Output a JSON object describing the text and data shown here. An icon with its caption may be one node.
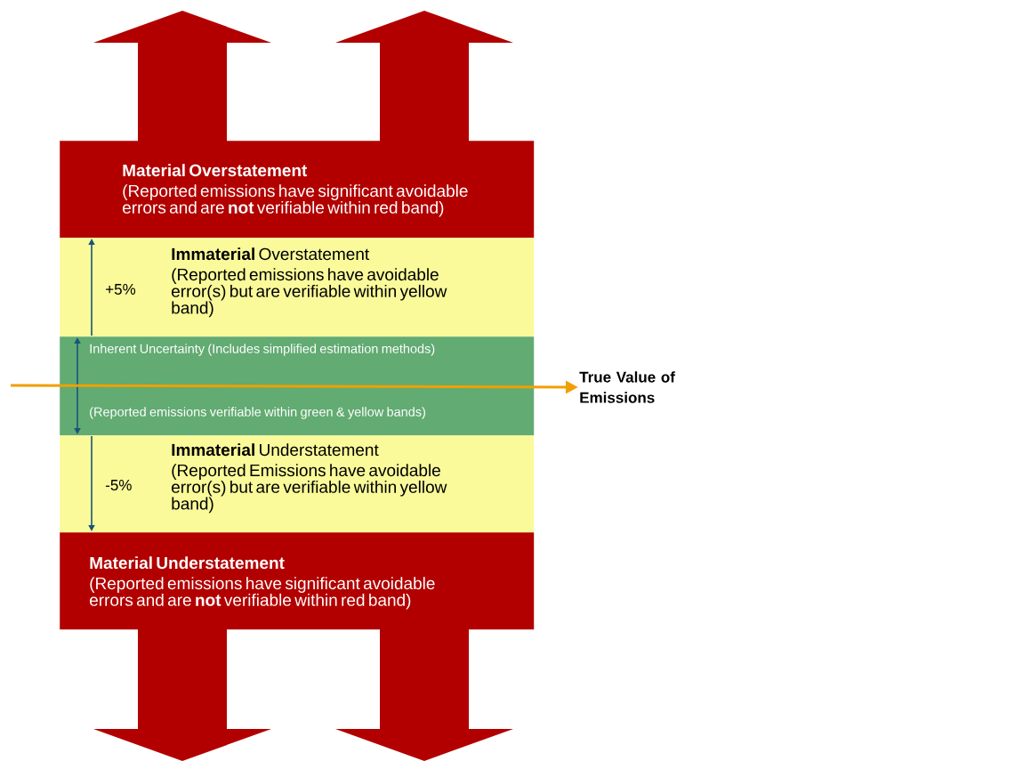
{
  "diagram": {
    "nodes": [
      {
        "text": [
          "Material Overstatement",
          "(Reported emissions have significant avoidable errors and are **not** verifiable within red band)"
        ]
      },
      {
        "text": [
          "**Immaterial** Overstatement",
          "(Reported emissions have avoidable error(s) but are verifiable within yellow band)"
        ]
      },
      {
        "text": [
          "Inherent Uncertainty (Includes simplified estimation methods)",
          "(Reported emissions verifiable within green & yellow bands)"
        ]
      },
      {
        "text": [
          "**Immaterial** Understatement",
          "(Reported Emissions have avoidable error(s) but are verifiable within yellow band)"
        ]
      },
      {
        "text": [
          "Material Understatement",
          "(Reported emissions have significant avoidable errors and are **not** verifiable within red band)"
        ]
      },
      {
        "text": [
          "True Value of Emissions"
        ]
      }
    ],
    "edges": [
      {
        "from": null,
        "to": 5,
        "arrow": "to",
        "color": "#f0a000"
      }
    ],
    "labels": [
      "+5%",
      "-5%"
    ]
  }
}
